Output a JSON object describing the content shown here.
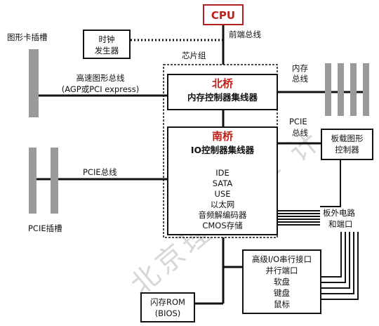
{
  "cpu": "CPU",
  "front_bus": "前端总线",
  "clock": [
    "时钟",
    "发生器"
  ],
  "chipset": "芯片组",
  "graphics_slot": "图形卡插槽",
  "agp_bus": [
    "高速图形总线",
    "(AGP或PCI express)"
  ],
  "north_bridge": {
    "title": "北桥",
    "subtitle": "内存控制器集线器"
  },
  "memory_bus": [
    "内存",
    "总线"
  ],
  "south_bridge": {
    "title": "南桥",
    "subtitle": "IO控制器集线器",
    "items": [
      "IDE",
      "SATA",
      "USE",
      "以太网",
      "音频解编码器",
      "CMOS存储"
    ]
  },
  "pcie_bus_right": [
    "PCIE",
    "总线"
  ],
  "onboard_graphics": [
    "板载图形",
    "控制器"
  ],
  "pcie_bus_left": "PCIE总线",
  "pcie_slot": "PCIE插槽",
  "board_circuit": [
    "板外电路",
    "和端口"
  ],
  "io_box": [
    "高级I/O串行接口",
    "并行端口",
    "软盘",
    "键盘",
    "鼠标"
  ],
  "flash": [
    "闪存ROM",
    "(BIOS)"
  ],
  "watermark": "北京理工大学 计"
}
